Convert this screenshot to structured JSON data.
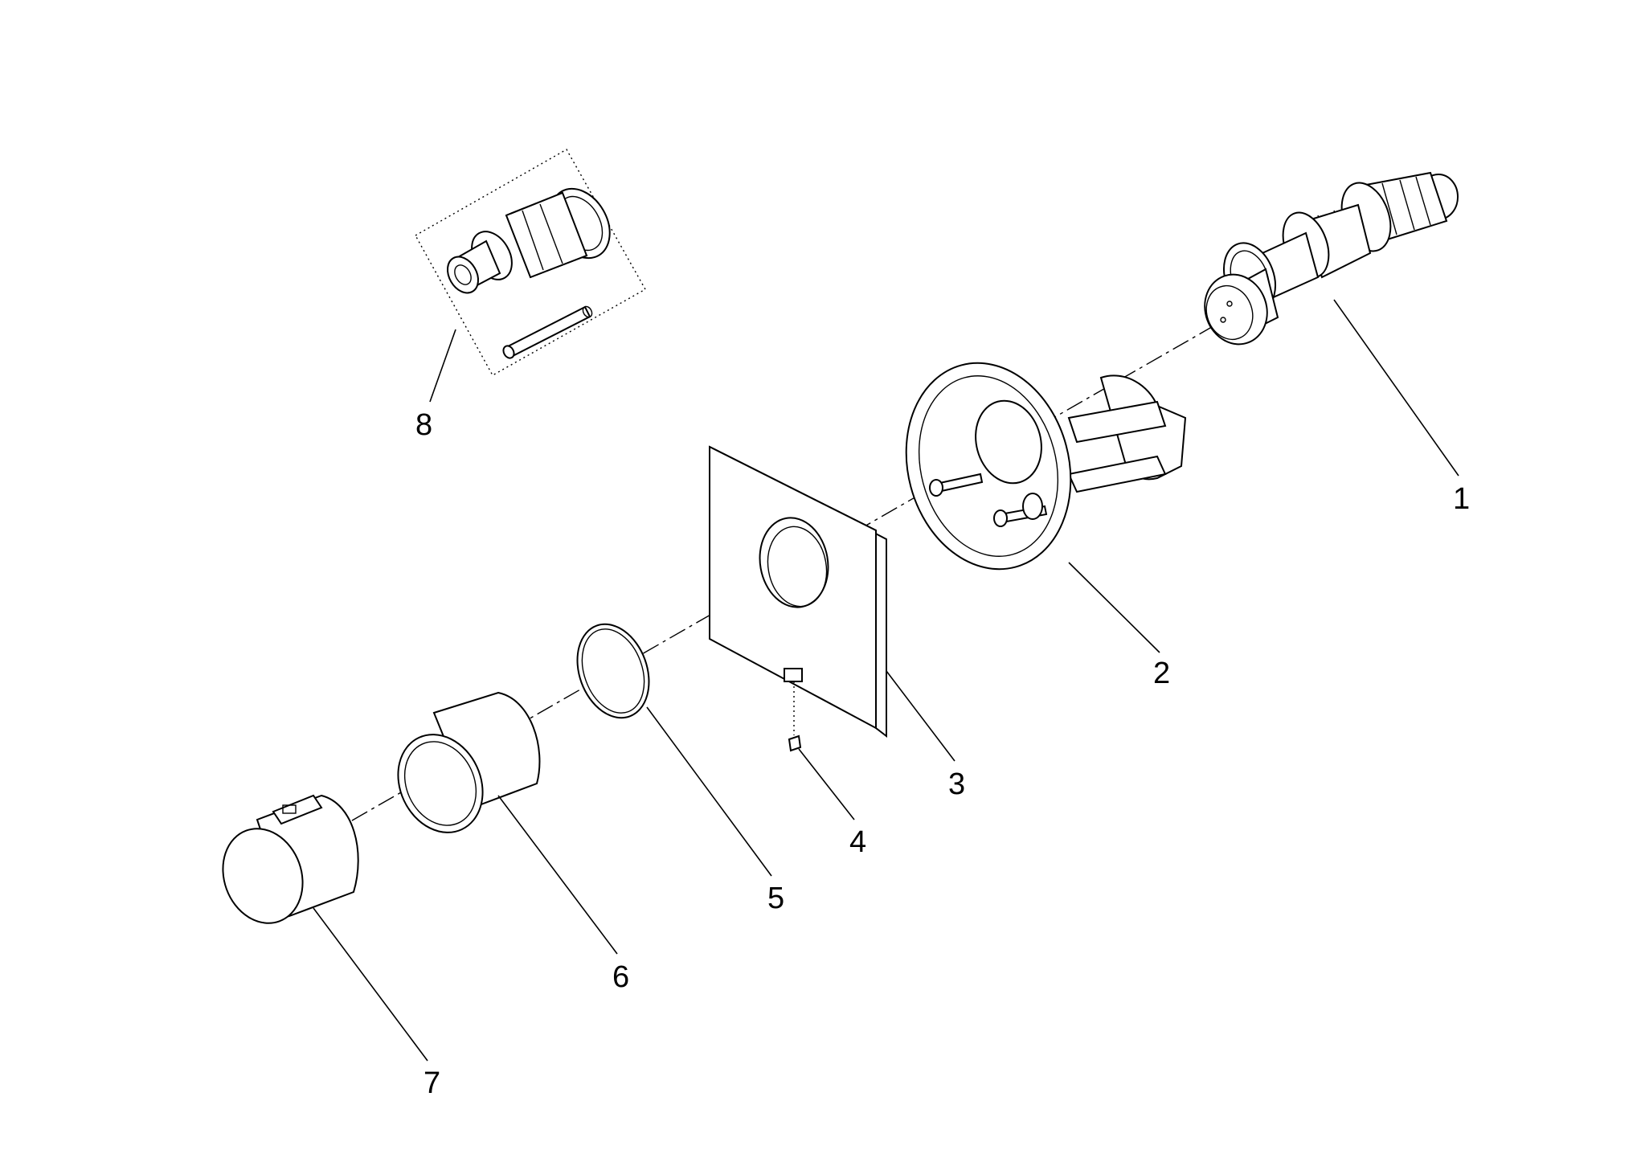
{
  "parts": [
    {
      "id": "part-1",
      "label": "1"
    },
    {
      "id": "part-2",
      "label": "2"
    },
    {
      "id": "part-3",
      "label": "3"
    },
    {
      "id": "part-4",
      "label": "4"
    },
    {
      "id": "part-5",
      "label": "5"
    },
    {
      "id": "part-6",
      "label": "6"
    },
    {
      "id": "part-7",
      "label": "7"
    },
    {
      "id": "part-8",
      "label": "8"
    }
  ]
}
